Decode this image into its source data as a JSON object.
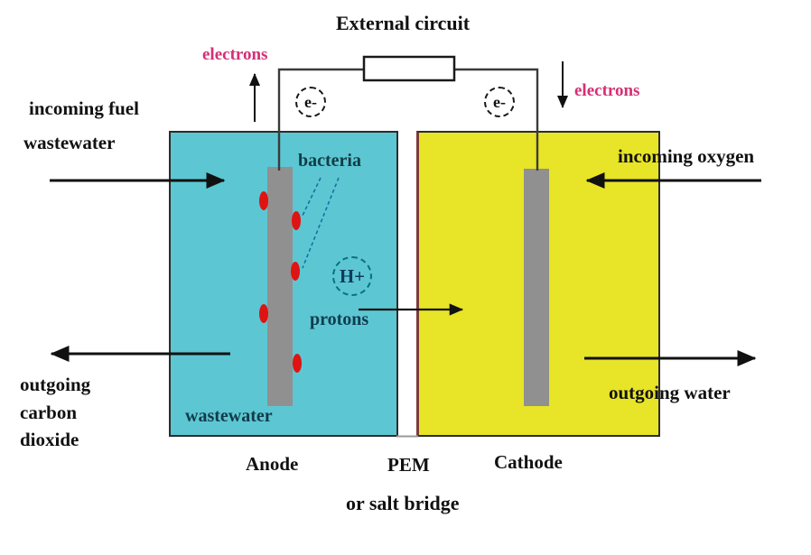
{
  "diagram": {
    "title": "External circuit",
    "chambers": {
      "anode_label": "Anode",
      "pem_label": "PEM",
      "pem_sub_label": "or salt bridge",
      "cathode_label": "Cathode",
      "wastewater_label": "wastewater"
    },
    "flows": {
      "incoming_fuel_line1": "incoming fuel",
      "incoming_fuel_line2": "wastewater",
      "outgoing_co2_line1": "outgoing",
      "outgoing_co2_line2": "carbon",
      "outgoing_co2_line3": "dioxide",
      "incoming_oxygen": "incoming oxygen",
      "outgoing_water": "outgoing water"
    },
    "particles": {
      "electrons_left": "electrons",
      "electrons_right": "electrons",
      "electron_symbol": "e-",
      "proton_symbol": "H+",
      "protons_label": "protons",
      "bacteria_label": "bacteria"
    },
    "colors": {
      "anode_chamber": "#5cc7d2",
      "cathode_chamber": "#e8e427",
      "electrode": "#909090",
      "bacteria_dot": "#e01313",
      "electrons_text": "#d43077",
      "membrane_line": "#7d3b3b"
    }
  }
}
